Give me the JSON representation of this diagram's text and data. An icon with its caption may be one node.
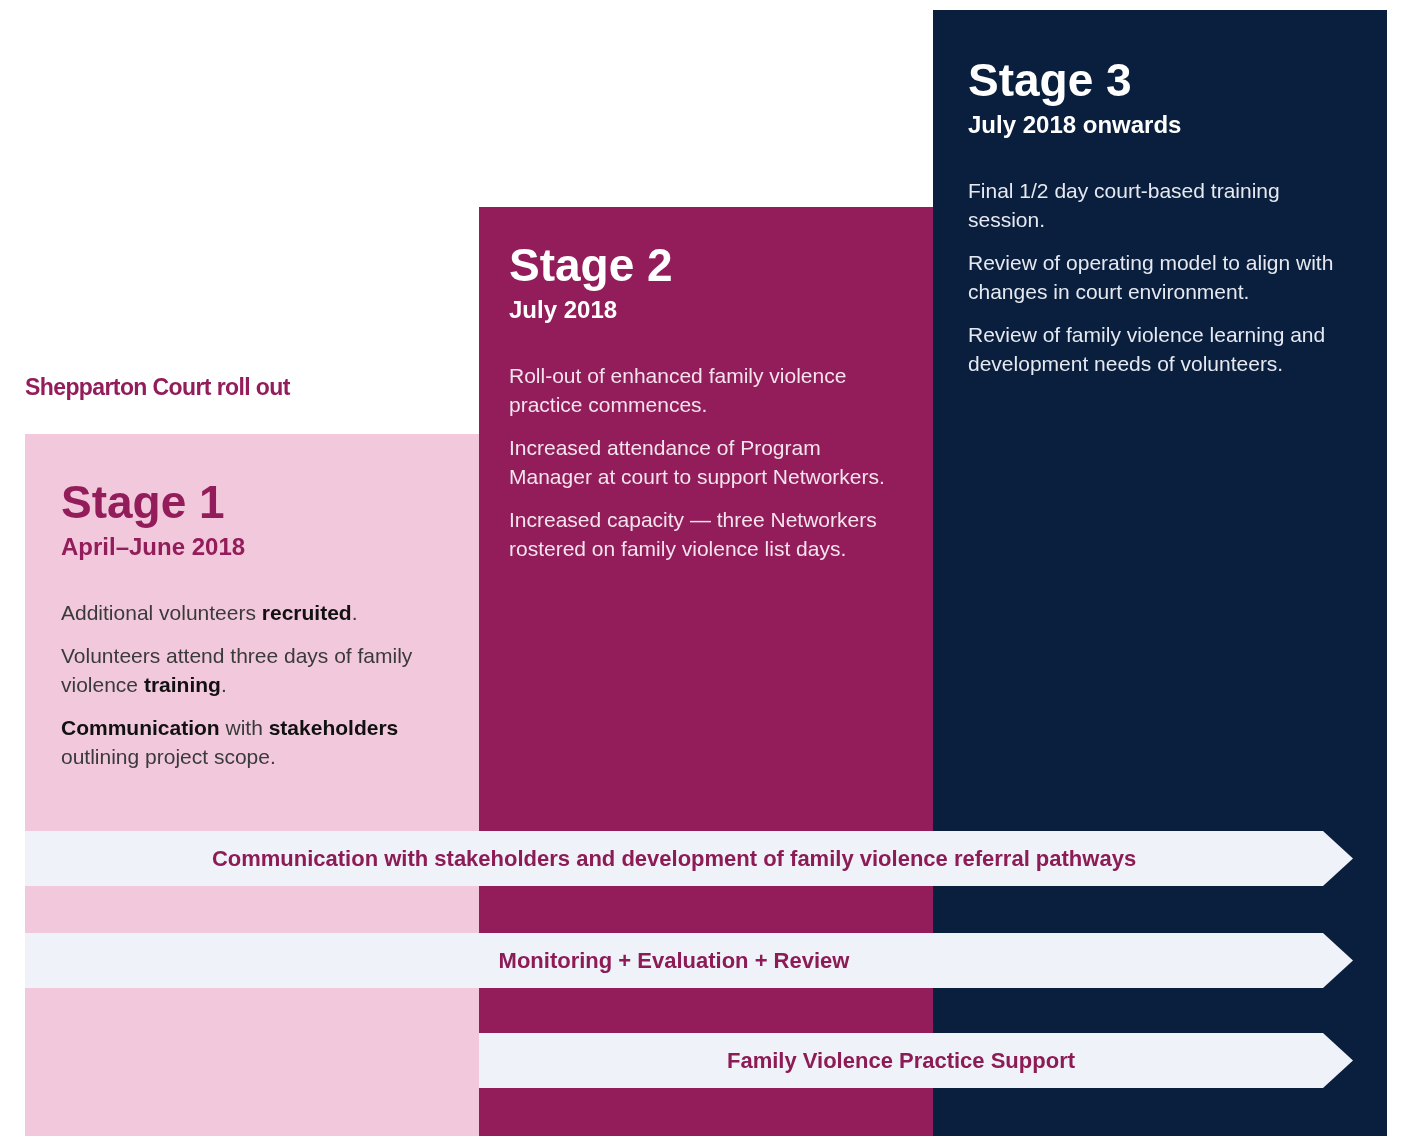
{
  "diagram": {
    "nodes": [
      {
        "text": [
          "Stage 1",
          "April–June 2018",
          "Additional volunteers **recruited**.",
          "Volunteers attend three days of family violence **training**.",
          "**Communication** with **stakeholders** outlining project scope."
        ]
      },
      {
        "text": [
          "Stage 2",
          "July 2018",
          "Roll-out of enhanced family violence practice commences.",
          "Increased attendance of Program Manager at court to support Networkers.",
          "Increased capacity — three Networkers rostered on family violence list days."
        ]
      },
      {
        "text": [
          "Stage 3",
          "July 2018 onwards",
          "Final 1/2 day court-based training session.",
          "Review of operating model to align with changes in court environment.",
          "Review of family violence learning and development needs of volunteers."
        ]
      },
      {
        "text": [
          "Communication with stakeholders and development of family violence referral pathways"
        ]
      },
      {
        "text": [
          "Monitoring + Evaluation + Review"
        ]
      },
      {
        "text": [
          "Family Violence Practice Support"
        ]
      }
    ],
    "labels": [
      "Shepparton Court roll out"
    ]
  }
}
